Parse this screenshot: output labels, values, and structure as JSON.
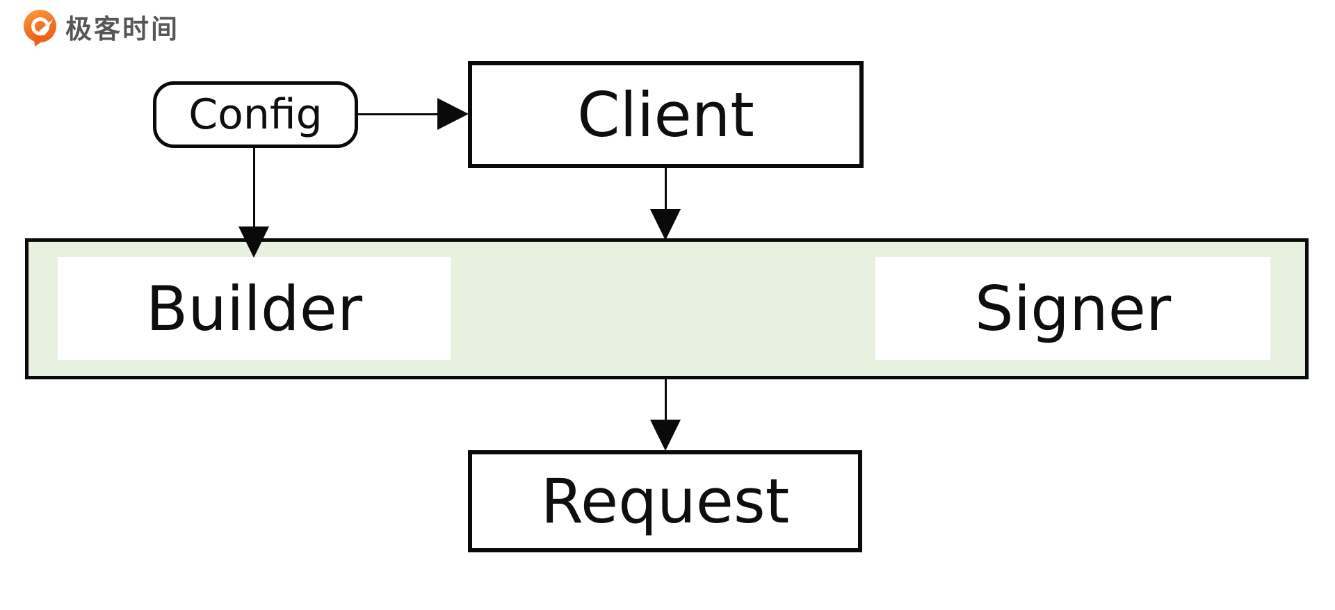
{
  "header": {
    "brand": "极客时间",
    "brand_text_color": "#585656",
    "logo_orange": "#f47629"
  },
  "diagram": {
    "band_fill": "#e8f0e0",
    "line_color": "#0a0a0a",
    "node_fill": "#ffffff",
    "nodes": {
      "config": {
        "label": "Config",
        "shape": "rounded-rect"
      },
      "client": {
        "label": "Client",
        "shape": "rect"
      },
      "builder": {
        "label": "Builder",
        "shape": "plain-rect"
      },
      "signer": {
        "label": "Signer",
        "shape": "plain-rect"
      },
      "request": {
        "label": "Request",
        "shape": "rect"
      }
    },
    "edges": [
      {
        "from": "config",
        "to": "client",
        "direction": "right"
      },
      {
        "from": "config",
        "to": "builder",
        "direction": "down"
      },
      {
        "from": "client",
        "to": "band",
        "direction": "down"
      },
      {
        "from": "band",
        "to": "request",
        "direction": "down"
      }
    ]
  }
}
